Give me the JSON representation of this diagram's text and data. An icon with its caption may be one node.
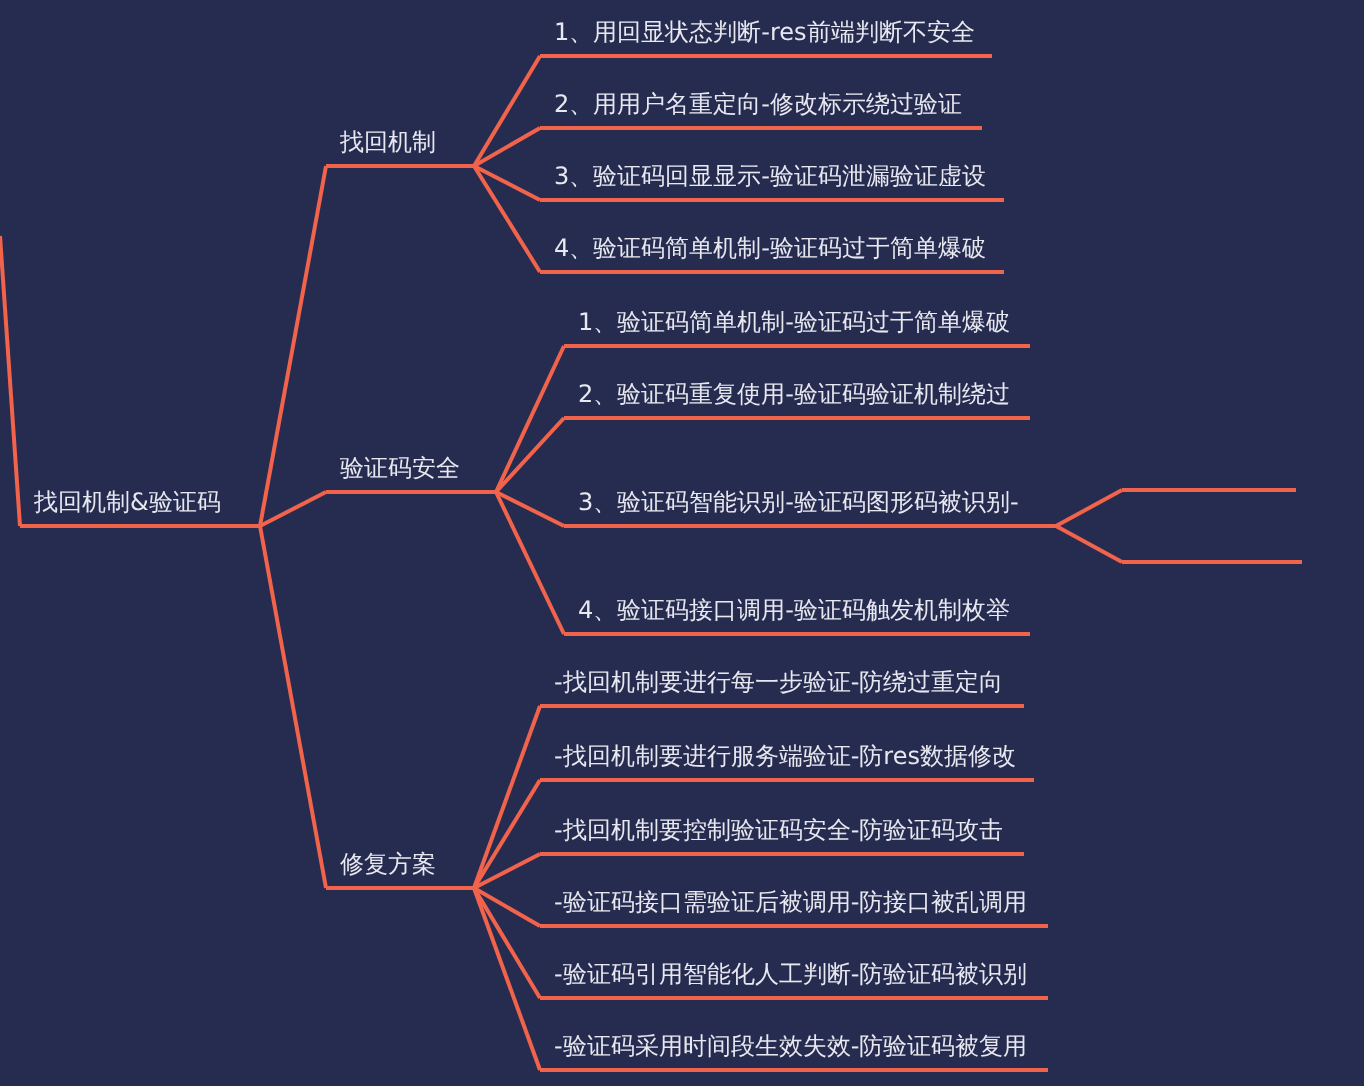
{
  "diagram": {
    "nodes": [
      {
        "text": [
          "找回机制&验证码"
        ]
      },
      {
        "text": [
          "找回机制"
        ]
      },
      {
        "text": [
          "1、用回显状态判断-res前端判断不安全"
        ]
      },
      {
        "text": [
          "2、用用户名重定向-修改标示绕过验证"
        ]
      },
      {
        "text": [
          "3、验证码回显显示-验证码泄漏验证虚设"
        ]
      },
      {
        "text": [
          "4、验证码简单机制-验证码过于简单爆破"
        ]
      },
      {
        "text": [
          "验证码安全"
        ]
      },
      {
        "text": [
          "1、验证码简单机制-验证码过于简单爆破"
        ]
      },
      {
        "text": [
          "2、验证码重复使用-验证码验证机制绕过"
        ]
      },
      {
        "text": [
          "3、验证码智能识别-验证码图形码被识别-"
        ]
      },
      {
        "text": [],
        "shape": "line"
      },
      {
        "text": [],
        "shape": "line"
      },
      {
        "text": [
          "4、验证码接口调用-验证码触发机制枚举"
        ]
      },
      {
        "text": [
          "修复方案"
        ]
      },
      {
        "text": [
          "-找回机制要进行每一步验证-防绕过重定向"
        ]
      },
      {
        "text": [
          "-找回机制要进行服务端验证-防res数据修改"
        ]
      },
      {
        "text": [
          "-找回机制要控制验证码安全-防验证码攻击"
        ]
      },
      {
        "text": [
          "-验证码接口需验证后被调用-防接口被乱调用"
        ]
      },
      {
        "text": [
          "-验证码引用智能化人工判断-防验证码被识别"
        ]
      },
      {
        "text": [
          "-验证码采用时间段生效失效-防验证码被复用"
        ]
      }
    ],
    "edges": [
      {
        "from": null,
        "to": 0,
        "arrow": "none"
      },
      {
        "from": 0,
        "to": 1,
        "arrow": "none"
      },
      {
        "from": 1,
        "to": 2,
        "arrow": "none"
      },
      {
        "from": 1,
        "to": 3,
        "arrow": "none"
      },
      {
        "from": 1,
        "to": 4,
        "arrow": "none"
      },
      {
        "from": 1,
        "to": 5,
        "arrow": "none"
      },
      {
        "from": 0,
        "to": 6,
        "arrow": "none"
      },
      {
        "from": 6,
        "to": 7,
        "arrow": "none"
      },
      {
        "from": 6,
        "to": 8,
        "arrow": "none"
      },
      {
        "from": 6,
        "to": 9,
        "arrow": "none"
      },
      {
        "from": 9,
        "to": 10,
        "arrow": "none"
      },
      {
        "from": 9,
        "to": 11,
        "arrow": "none"
      },
      {
        "from": 6,
        "to": 12,
        "arrow": "none"
      },
      {
        "from": 0,
        "to": 13,
        "arrow": "none"
      },
      {
        "from": 13,
        "to": 14,
        "arrow": "none"
      },
      {
        "from": 13,
        "to": 15,
        "arrow": "none"
      },
      {
        "from": 13,
        "to": 16,
        "arrow": "none"
      },
      {
        "from": 13,
        "to": 17,
        "arrow": "none"
      },
      {
        "from": 13,
        "to": 18,
        "arrow": "none"
      },
      {
        "from": 13,
        "to": 19,
        "arrow": "none"
      }
    ]
  }
}
